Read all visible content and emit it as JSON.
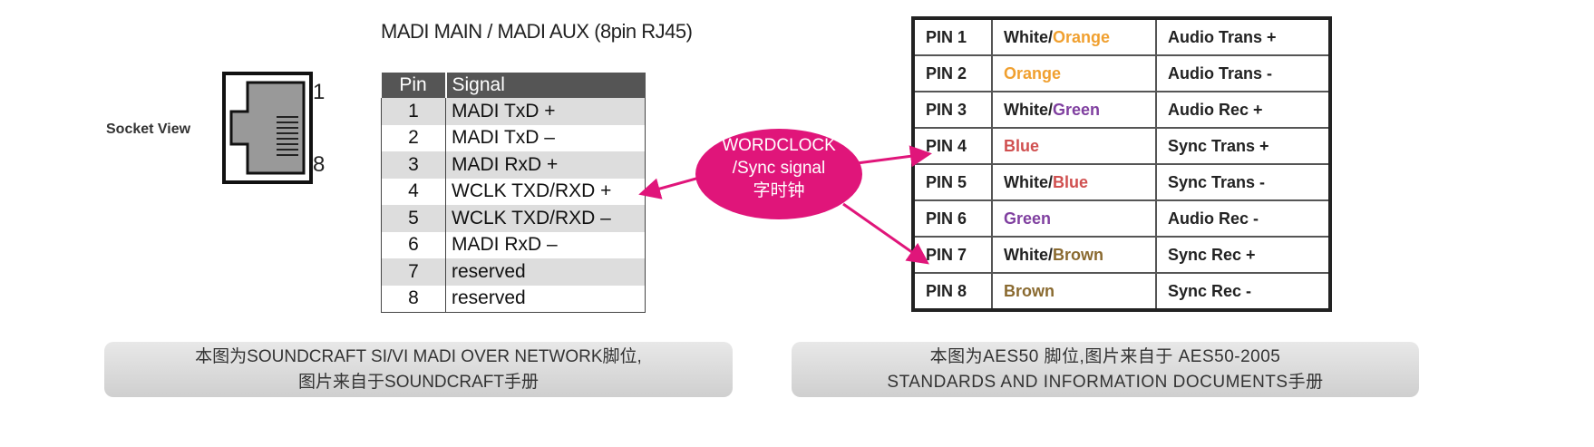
{
  "madi": {
    "title": "MADI MAIN / MADI AUX (8pin RJ45)",
    "socket_label": "Socket View",
    "pin_first": "1",
    "pin_last": "8",
    "headers": [
      "Pin",
      "Signal"
    ],
    "rows": [
      [
        "1",
        "MADI TxD +"
      ],
      [
        "2",
        "MADI TxD –"
      ],
      [
        "3",
        "MADI RxD +"
      ],
      [
        "4",
        "WCLK TXD/RXD +"
      ],
      [
        "5",
        "WCLK TXD/RXD –"
      ],
      [
        "6",
        "MADI RxD –"
      ],
      [
        "7",
        "reserved"
      ],
      [
        "8",
        "reserved"
      ]
    ]
  },
  "bubble": {
    "line1": "WORDCLOCK",
    "line2": "/Sync signal",
    "line3": "字时钟",
    "color": "#e0157a"
  },
  "aes50": {
    "rows": [
      {
        "pin": "PIN 1",
        "prefix": "White/",
        "color": "Orange",
        "hex": "#f0a030",
        "signal": "Audio Trans +"
      },
      {
        "pin": "PIN 2",
        "prefix": "",
        "color": "Orange",
        "hex": "#f0a030",
        "signal": "Audio Trans -"
      },
      {
        "pin": "PIN 3",
        "prefix": "White/",
        "color": "Green",
        "hex": "#8040a0",
        "signal": "Audio Rec +"
      },
      {
        "pin": "PIN 4",
        "prefix": "",
        "color": "Blue",
        "hex": "#d05050",
        "signal": "Sync Trans +"
      },
      {
        "pin": "PIN 5",
        "prefix": "White/",
        "color": "Blue",
        "hex": "#d05050",
        "signal": "Sync Trans -"
      },
      {
        "pin": "PIN 6",
        "prefix": "",
        "color": "Green",
        "hex": "#8040a0",
        "signal": "Audio Rec -"
      },
      {
        "pin": "PIN 7",
        "prefix": "White/",
        "color": "Brown",
        "hex": "#8a6a30",
        "signal": "Sync Rec +"
      },
      {
        "pin": "PIN 8",
        "prefix": "",
        "color": "Brown",
        "hex": "#8a6a30",
        "signal": "Sync Rec -"
      }
    ]
  },
  "captions": {
    "left_1": "本图为SOUNDCRAFT SI/VI MADI OVER NETWORK脚位,",
    "left_2": "图片来自于SOUNDCRAFT手册",
    "right_1": "本图为AES50 脚位,图片来自于 AES50-2005",
    "right_2": "STANDARDS AND INFORMATION DOCUMENTS手册"
  }
}
